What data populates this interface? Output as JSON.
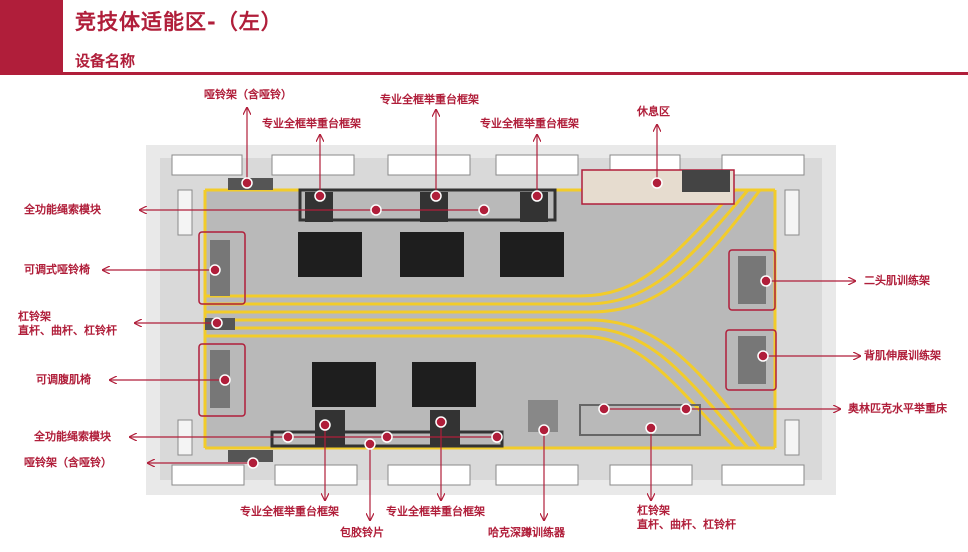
{
  "header": {
    "title": "竞技体适能区-（左）",
    "subtitle": "设备名称"
  },
  "colors": {
    "accent": "#b01e3a",
    "floor": "#b9b9b9",
    "track_line": "#f2cc2a"
  },
  "labels": {
    "dumbbell_rack_top": "哑铃架（含哑铃）",
    "full_rack_1": "专业全框举重台框架",
    "full_rack_2": "专业全框举重台框架",
    "full_rack_3": "专业全框举重台框架",
    "rest_area": "休息区",
    "cable_module_top": "全功能绳索模块",
    "adjustable_bench": "可调式哑铃椅",
    "barbell_rack_left_1": "杠铃架",
    "barbell_rack_left_2": "直杆、曲杆、杠铃杆",
    "abdominal_bench": "可调腹肌椅",
    "cable_module_bottom": "全功能绳索模块",
    "dumbbell_rack_bottom": "哑铃架（含哑铃）",
    "biceps_trainer": "二头肌训练架",
    "back_extension": "背肌伸展训练架",
    "olympic_bench": "奥林匹克水平举重床",
    "full_rack_bottom_1": "专业全框举重台框架",
    "full_rack_bottom_2": "专业全框举重台框架",
    "bumper_plates": "包胶铃片",
    "hack_squat": "哈克深蹲训练器",
    "barbell_rack_bottom_1": "杠铃架",
    "barbell_rack_bottom_2": "直杆、曲杆、杠铃杆"
  }
}
